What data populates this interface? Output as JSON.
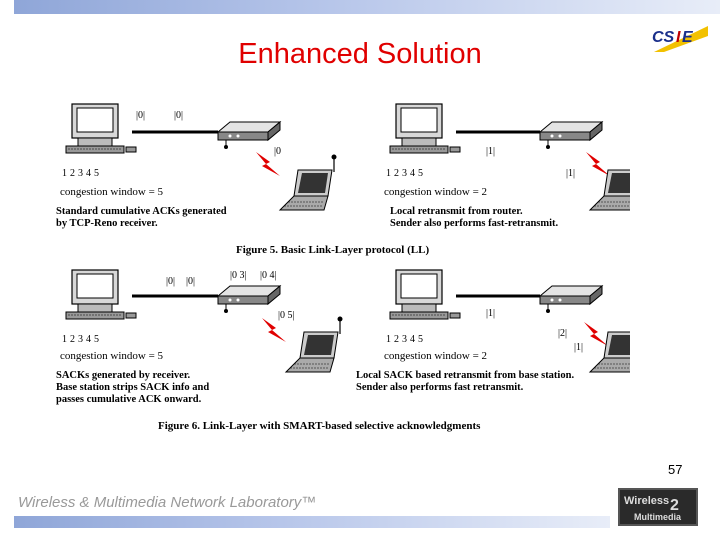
{
  "title": "Enhanced Solution",
  "slide_number": "57",
  "footer": "Wireless & Multimedia Network Laboratory™",
  "logos": {
    "top_right": "CSIE",
    "bottom_right": "Wireless Multimedia"
  },
  "figure5": {
    "caption": "Figure 5. Basic Link-Layer protocol (LL)",
    "left": {
      "cwnd": "congestion window = 5",
      "text_line1": "Standard cumulative ACKs generated",
      "text_line2": "by TCP-Reno receiver.",
      "buffer": [
        "1",
        "2",
        "3",
        "4",
        "5"
      ],
      "acks": [
        "0",
        "0"
      ],
      "wireless_pkt": "0"
    },
    "right": {
      "cwnd": "congestion window = 2",
      "text_line1": "Local retransmit from router.",
      "text_line2": "Sender also performs fast-retransmit.",
      "buffer": [
        "1",
        "2",
        "3",
        "4",
        "5"
      ],
      "wired_pkt": "1",
      "wireless_pkt": "1"
    }
  },
  "figure6": {
    "caption": "Figure 6. Link-Layer with SMART-based selective acknowledgments",
    "left": {
      "cwnd": "congestion window = 5",
      "text_line1": "SACKs generated by receiver.",
      "text_line2": "Base station strips SACK info and",
      "text_line3": "passes cumulative ACK onward.",
      "buffer": [
        "1",
        "2",
        "3",
        "4",
        "5"
      ],
      "acks": [
        "0",
        "0"
      ],
      "sacks": [
        "0 3",
        "0 4"
      ],
      "wireless_pkt": "0 5"
    },
    "right": {
      "cwnd": "congestion window = 2",
      "text_line1": "Local SACK based retransmit from base station.",
      "text_line2": "Sender also performs fast retransmit.",
      "buffer": [
        "1",
        "2",
        "3",
        "4",
        "5"
      ],
      "wired_pkt": "1",
      "wireless_pkts": [
        "2",
        "1"
      ]
    }
  },
  "colors": {
    "title": "#e00000",
    "footer": "#999999",
    "lightning": "#e00000"
  }
}
